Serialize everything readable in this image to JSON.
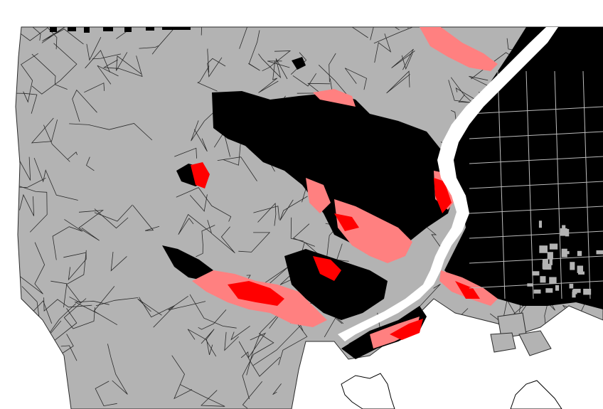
{
  "map": {
    "colors": {
      "background": "#ffffff",
      "parcel_fill": "#b3b3b3",
      "parcel_stroke": "#2a2a2a",
      "flooded": "#000000",
      "risk_high": "#ff0000",
      "risk_medium": "#ff8080",
      "river": "#ffffff"
    },
    "layers": [
      "land-parcels",
      "flood-extent",
      "high-risk-zone",
      "medium-risk-zone",
      "river-channel"
    ],
    "title_fragment": ""
  }
}
